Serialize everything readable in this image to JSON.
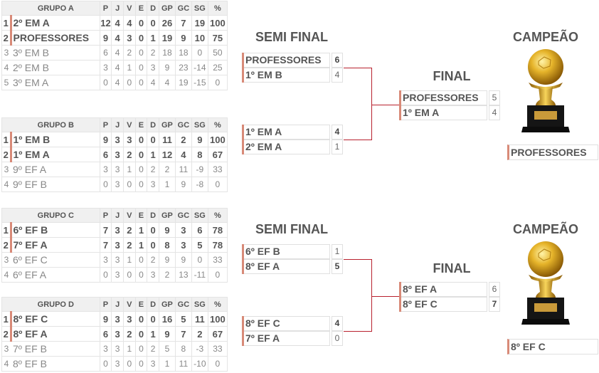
{
  "groups": [
    {
      "name": "GRUPO A",
      "columns": [
        "P",
        "J",
        "V",
        "E",
        "D",
        "GP",
        "GC",
        "SG",
        "%"
      ],
      "rows": [
        {
          "pos": "1",
          "team": "2º EM A",
          "q": true,
          "P": "12",
          "J": "4",
          "V": "4",
          "E": "0",
          "D": "0",
          "GP": "26",
          "GC": "7",
          "SG": "19",
          "pct": "100"
        },
        {
          "pos": "2",
          "team": "PROFESSORES",
          "q": true,
          "P": "9",
          "J": "4",
          "V": "3",
          "E": "0",
          "D": "1",
          "GP": "19",
          "GC": "9",
          "SG": "10",
          "pct": "75"
        },
        {
          "pos": "3",
          "team": "3º EM B",
          "q": false,
          "P": "6",
          "J": "4",
          "V": "2",
          "E": "0",
          "D": "2",
          "GP": "18",
          "GC": "18",
          "SG": "0",
          "pct": "50"
        },
        {
          "pos": "4",
          "team": "2º EM B",
          "q": false,
          "P": "3",
          "J": "4",
          "V": "1",
          "E": "0",
          "D": "3",
          "GP": "9",
          "GC": "23",
          "SG": "-14",
          "pct": "25"
        },
        {
          "pos": "5",
          "team": "3º EM A",
          "q": false,
          "P": "0",
          "J": "4",
          "V": "0",
          "E": "0",
          "D": "4",
          "GP": "4",
          "GC": "19",
          "SG": "-15",
          "pct": "0"
        }
      ]
    },
    {
      "name": "GRUPO B",
      "columns": [
        "P",
        "J",
        "V",
        "E",
        "D",
        "GP",
        "GC",
        "SG",
        "%"
      ],
      "rows": [
        {
          "pos": "1",
          "team": "1º EM B",
          "q": true,
          "P": "9",
          "J": "3",
          "V": "3",
          "E": "0",
          "D": "0",
          "GP": "11",
          "GC": "2",
          "SG": "9",
          "pct": "100"
        },
        {
          "pos": "2",
          "team": "1º EM A",
          "q": true,
          "P": "6",
          "J": "3",
          "V": "2",
          "E": "0",
          "D": "1",
          "GP": "12",
          "GC": "4",
          "SG": "8",
          "pct": "67"
        },
        {
          "pos": "3",
          "team": "9º EF A",
          "q": false,
          "P": "3",
          "J": "3",
          "V": "1",
          "E": "0",
          "D": "2",
          "GP": "2",
          "GC": "11",
          "SG": "-9",
          "pct": "33"
        },
        {
          "pos": "4",
          "team": "9º EF B",
          "q": false,
          "P": "0",
          "J": "3",
          "V": "0",
          "E": "0",
          "D": "3",
          "GP": "1",
          "GC": "9",
          "SG": "-8",
          "pct": "0"
        }
      ]
    },
    {
      "name": "GRUPO C",
      "columns": [
        "P",
        "J",
        "V",
        "E",
        "D",
        "GP",
        "GC",
        "SG",
        "%"
      ],
      "rows": [
        {
          "pos": "1",
          "team": "6º EF B",
          "q": true,
          "P": "7",
          "J": "3",
          "V": "2",
          "E": "1",
          "D": "0",
          "GP": "9",
          "GC": "3",
          "SG": "6",
          "pct": "78"
        },
        {
          "pos": "2",
          "team": "7º EF A",
          "q": true,
          "P": "7",
          "J": "3",
          "V": "2",
          "E": "1",
          "D": "0",
          "GP": "8",
          "GC": "3",
          "SG": "5",
          "pct": "78"
        },
        {
          "pos": "3",
          "team": "6º EF C",
          "q": false,
          "P": "3",
          "J": "3",
          "V": "1",
          "E": "0",
          "D": "2",
          "GP": "9",
          "GC": "9",
          "SG": "0",
          "pct": "33"
        },
        {
          "pos": "4",
          "team": "6º EF A",
          "q": false,
          "P": "0",
          "J": "3",
          "V": "0",
          "E": "0",
          "D": "3",
          "GP": "2",
          "GC": "13",
          "SG": "-11",
          "pct": "0"
        }
      ]
    },
    {
      "name": "GRUPO D",
      "columns": [
        "P",
        "J",
        "V",
        "E",
        "D",
        "GP",
        "GC",
        "SG",
        "%"
      ],
      "rows": [
        {
          "pos": "1",
          "team": "8º EF C",
          "q": true,
          "P": "9",
          "J": "3",
          "V": "3",
          "E": "0",
          "D": "0",
          "GP": "16",
          "GC": "5",
          "SG": "11",
          "pct": "100"
        },
        {
          "pos": "2",
          "team": "8º EF A",
          "q": true,
          "P": "6",
          "J": "3",
          "V": "2",
          "E": "0",
          "D": "1",
          "GP": "9",
          "GC": "7",
          "SG": "2",
          "pct": "67"
        },
        {
          "pos": "3",
          "team": "7º EF B",
          "q": false,
          "P": "3",
          "J": "3",
          "V": "1",
          "E": "0",
          "D": "2",
          "GP": "5",
          "GC": "8",
          "SG": "-3",
          "pct": "33"
        },
        {
          "pos": "4",
          "team": "8º EF B",
          "q": false,
          "P": "0",
          "J": "3",
          "V": "0",
          "E": "0",
          "D": "3",
          "GP": "1",
          "GC": "11",
          "SG": "-10",
          "pct": "0"
        }
      ]
    }
  ],
  "brackets": [
    {
      "semi_title": "SEMI FINAL",
      "final_title": "FINAL",
      "champion_title": "CAMPEÃO",
      "semis": [
        {
          "team1": "PROFESSORES",
          "score1": "6",
          "team2": "1º EM B",
          "score2": "4"
        },
        {
          "team1": "1º EM A",
          "score1": "4",
          "team2": "2º EM A",
          "score2": "1"
        }
      ],
      "final": {
        "team1": "PROFESSORES",
        "score1": "5",
        "team2": "1º EM A",
        "score2": "4"
      },
      "champion": "PROFESSORES",
      "trophy_icon": "trophy-icon"
    },
    {
      "semi_title": "SEMI FINAL",
      "final_title": "FINAL",
      "champion_title": "CAMPEÃO",
      "semis": [
        {
          "team1": "6º EF B",
          "score1": "1",
          "team2": "8º EF A",
          "score2": "5"
        },
        {
          "team1": "8º EF C",
          "score1": "4",
          "team2": "7º EF A",
          "score2": "0"
        }
      ],
      "final": {
        "team1": "8º EF A",
        "score1": "6",
        "team2": "8º EF C",
        "score2": "7"
      },
      "champion": "8º EF C",
      "trophy_icon": "trophy-icon"
    }
  ],
  "colors": {
    "accent": "#d88a78",
    "bracket_line": "#b8212e",
    "header_bg": "#f0f0f0"
  }
}
